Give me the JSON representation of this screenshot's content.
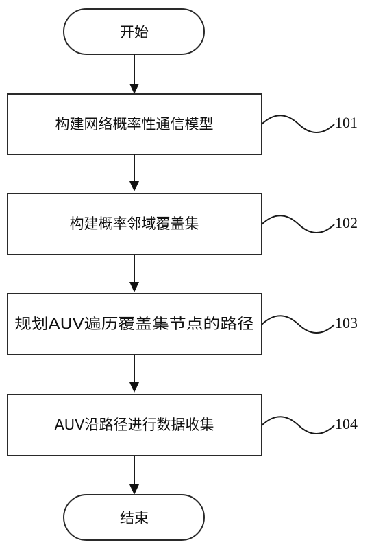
{
  "flowchart": {
    "start_label": "开始",
    "end_label": "结束",
    "steps": [
      {
        "label": "构建网络概率性通信模型",
        "ref": "101"
      },
      {
        "label": "构建概率邻域覆盖集",
        "ref": "102"
      },
      {
        "label": "规划AUV遍历覆盖集节点的路径",
        "ref": "103"
      },
      {
        "label": "AUV沿路径进行数据收集",
        "ref": "104"
      }
    ]
  }
}
